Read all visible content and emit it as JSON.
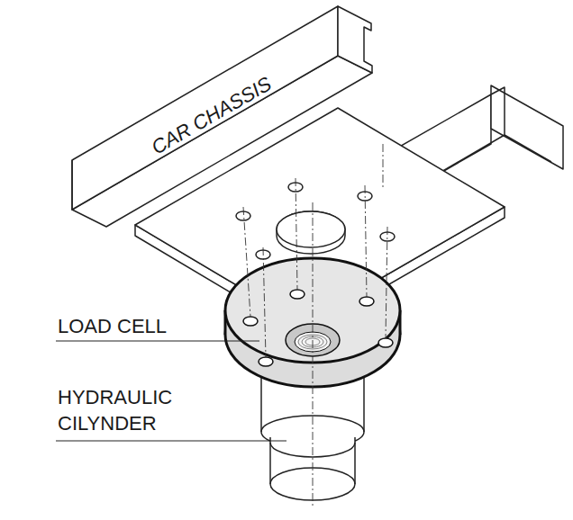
{
  "diagram": {
    "labels": [
      "CAR CHASSIS",
      "LOAD CELL",
      "HYDRAULIC CILYNDER"
    ]
  }
}
